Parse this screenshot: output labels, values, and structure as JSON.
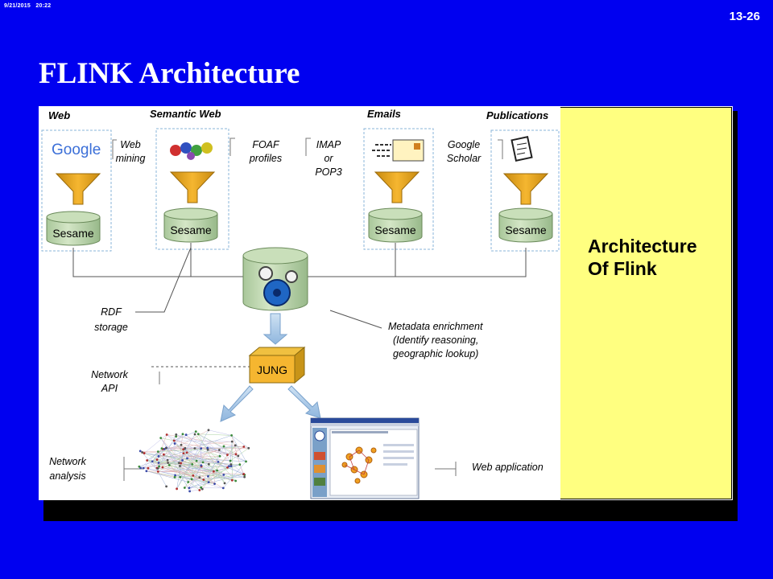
{
  "header": {
    "date": "9/21/2015",
    "time": "20:22",
    "slide_number": "13-26"
  },
  "title": "FLINK Architecture",
  "caption": {
    "line1": "Architecture",
    "line2": "Of Flink"
  },
  "diagram": {
    "sources": {
      "web": "Web",
      "semantic_web": "Semantic Web",
      "emails": "Emails",
      "publications": "Publications"
    },
    "google_logo": "Google",
    "store_label": "Sesame",
    "annotations": {
      "web_mining_1": "Web",
      "web_mining_2": "mining",
      "foaf_1": "FOAF",
      "foaf_2": "profiles",
      "imap_1": "IMAP",
      "imap_2": "or",
      "imap_3": "POP3",
      "scholar_1": "Google",
      "scholar_2": "Scholar",
      "rdf_1": "RDF",
      "rdf_2": "storage",
      "meta_1": "Metadata enrichment",
      "meta_2": "(Identify reasoning,",
      "meta_3": "geographic lookup)",
      "netapi_1": "Network",
      "netapi_2": "API",
      "netan_1": "Network",
      "netan_2": "analysis",
      "webapp": "Web application"
    },
    "jung_label": "JUNG"
  }
}
